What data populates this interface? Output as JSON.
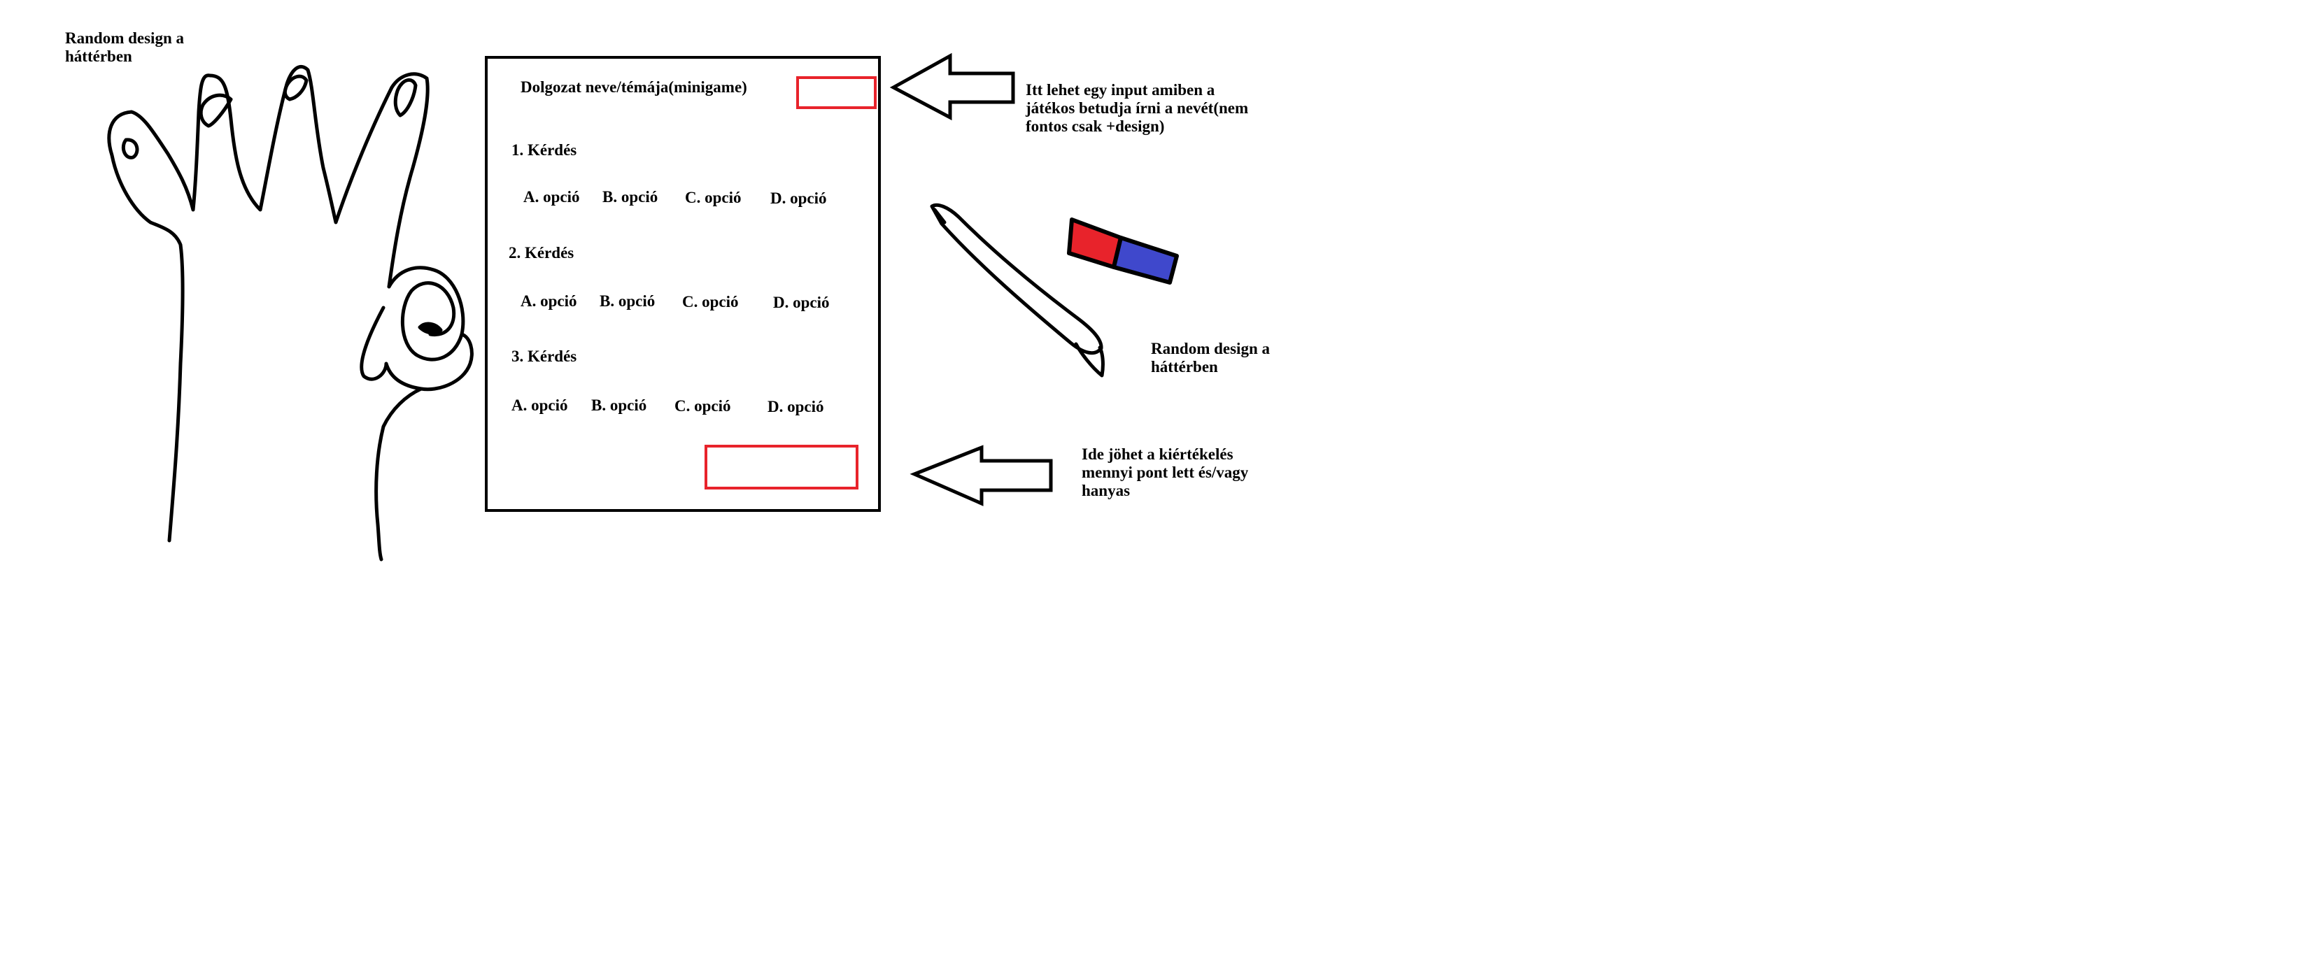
{
  "notes": {
    "top_left": "Random design a háttérben",
    "input_note": "Itt lehet egy input amiben a játékos betudja írni a nevét(nem fontos csak +design)",
    "mid_right": "Random design a háttérben",
    "result_note": "Ide jöhet a kiértékelés mennyi pont lett és/vagy hanyas"
  },
  "form": {
    "title": "Dolgozat neve/témája(minigame)",
    "name_input_value": "",
    "result_box_value": "",
    "questions": [
      {
        "label": "1. Kérdés",
        "options": [
          "A. opció",
          "B. opció",
          "C. opció",
          "D. opció"
        ]
      },
      {
        "label": "2. Kérdés",
        "options": [
          "A. opció",
          "B. opció",
          "C. opció",
          "D. opció"
        ]
      },
      {
        "label": "3. Kérdés",
        "options": [
          "A. opció",
          "B. opció",
          "C. opció",
          "D. opció"
        ]
      }
    ]
  },
  "colors": {
    "outline": "#000000",
    "input_border": "#e8232b",
    "eraser_red": "#e8232b",
    "eraser_blue": "#3f48cc",
    "background": "#ffffff"
  },
  "icons": [
    "hand-drawing-icon",
    "arrow-left-icon",
    "pen-icon",
    "eraser-icon"
  ]
}
